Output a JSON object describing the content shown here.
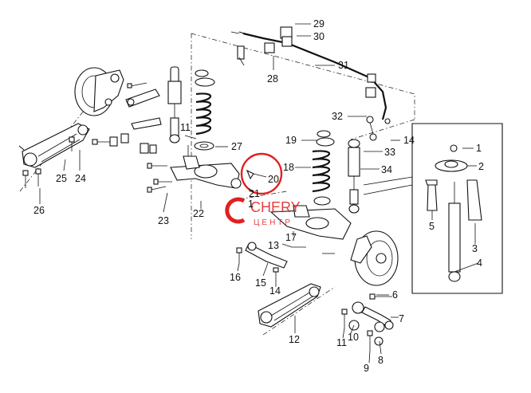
{
  "labels": {
    "l1a": "1",
    "l1b": "1",
    "l2": "2",
    "l3": "3",
    "l4": "4",
    "l5": "5",
    "l6": "6",
    "l7": "7",
    "l8": "8",
    "l9": "9",
    "l10": "10",
    "l11a": "11",
    "l11b": "11",
    "l12": "12",
    "l13": "13",
    "l14a": "14",
    "l14b": "14",
    "l15": "15",
    "l16": "16",
    "l17": "17",
    "l18": "18",
    "l19": "19",
    "l20": "20",
    "l21": "21",
    "l22": "22",
    "l23": "23",
    "l24": "24",
    "l25": "25",
    "l26": "26",
    "l27": "27",
    "l28": "28",
    "l29": "29",
    "l30": "30",
    "l31": "31",
    "l32": "32",
    "l33": "33",
    "l34": "34"
  },
  "watermark": {
    "line1": "CHERY",
    "line2": "ЦЕНТР",
    "color": "#e02020"
  },
  "highlight": {
    "part": "20",
    "color": "#e02020"
  }
}
